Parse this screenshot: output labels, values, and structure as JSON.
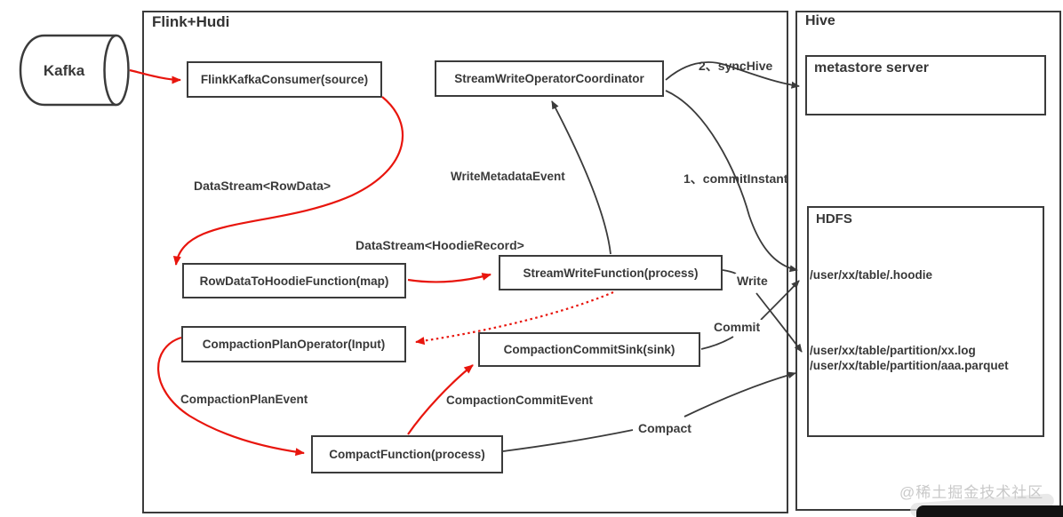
{
  "diagram": {
    "watermark": "@稀土掘金技术社区",
    "colors": {
      "line": "#3b3b3b",
      "accent_red": "#e8150d",
      "text": "#383838",
      "watermark_gray": "#c9c9c9"
    },
    "kafka": {
      "label": "Kafka"
    },
    "containers": {
      "flink": {
        "title": "Flink+Hudi"
      },
      "hive": {
        "title": "Hive"
      }
    },
    "nodes": {
      "flink_kafka_consumer": {
        "label": "FlinkKafkaConsumer(source)"
      },
      "stream_write_operator_coordinator": {
        "label": "StreamWriteOperatorCoordinator"
      },
      "row_data_to_hoodie_function": {
        "label": "RowDataToHoodieFunction(map)"
      },
      "stream_write_function": {
        "label": "StreamWriteFunction(process)"
      },
      "compaction_plan_operator": {
        "label": "CompactionPlanOperator(Input)"
      },
      "compaction_commit_sink": {
        "label": "CompactionCommitSink(sink)"
      },
      "compact_function": {
        "label": "CompactFunction(process)"
      },
      "metastore_server": {
        "label": "metastore server"
      },
      "hdfs": {
        "label": "HDFS"
      }
    },
    "hdfs_paths": [
      "/user/xx/table/.hoodie",
      "/user/xx/table/partition/xx.log",
      "/user/xx/table/partition/aaa.parquet"
    ],
    "edge_labels": {
      "datastream_rowdata": "DataStream<RowData>",
      "datastream_hoodierecord": "DataStream<HoodieRecord>",
      "write_metadata_event": "WriteMetadataEvent",
      "sync_hive": "2、syncHive",
      "commit_instant": "1、commitInstant",
      "write": "Write",
      "commit": "Commit",
      "compact": "Compact",
      "compaction_plan_event": "CompactionPlanEvent",
      "compaction_commit_event": "CompactionCommitEvent"
    }
  }
}
